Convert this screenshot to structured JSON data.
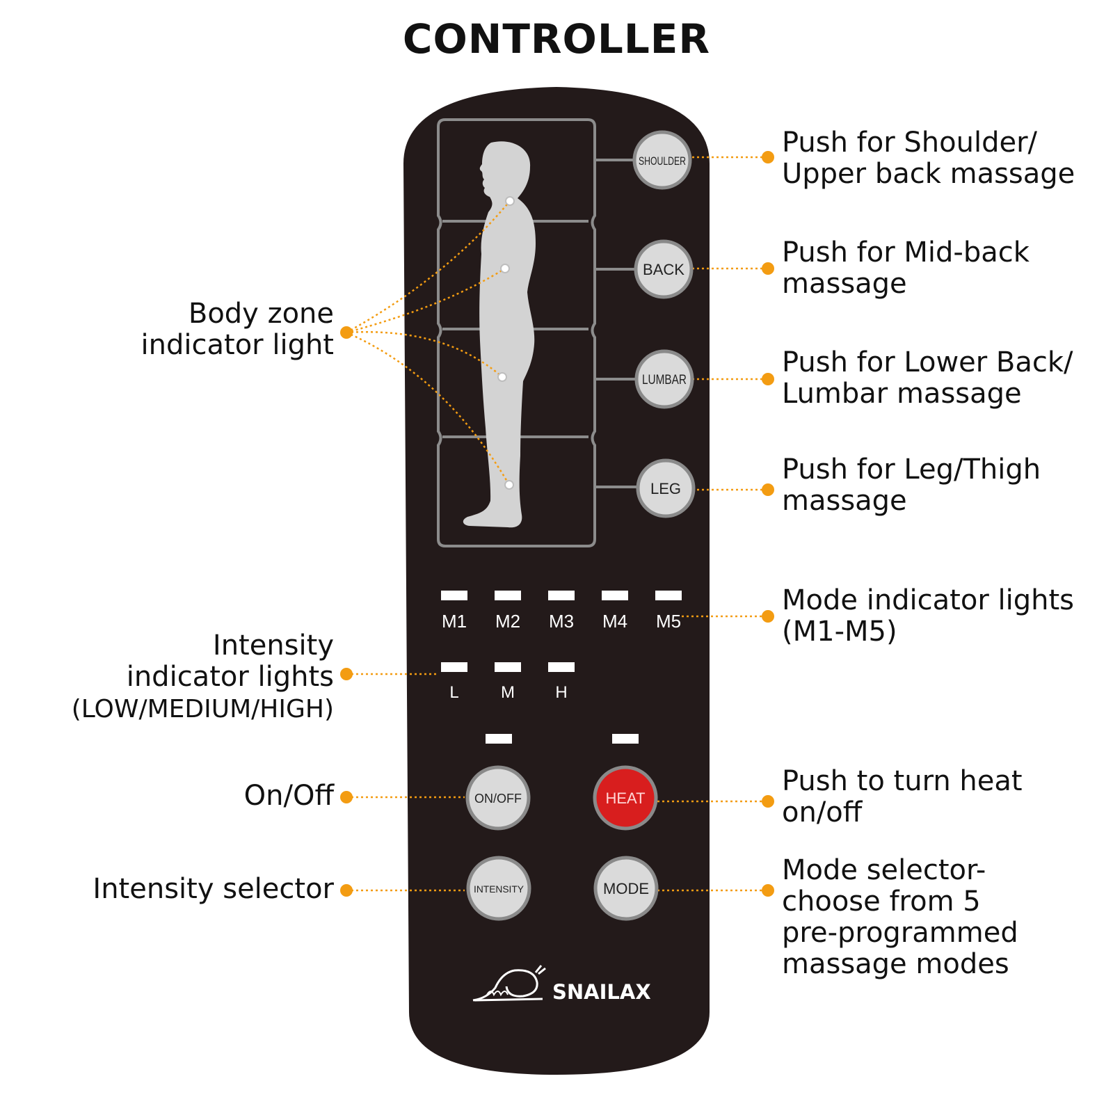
{
  "title": "CONTROLLER",
  "accent_color": "#F39C12",
  "remote_color": "#231A1A",
  "heat_color": "#D81E1E",
  "buttons": {
    "shoulder": "SHOULDER",
    "back": "BACK",
    "lumbar": "LUMBAR",
    "leg": "LEG",
    "onoff": "ON/OFF",
    "heat": "HEAT",
    "intensity": "INTENSITY",
    "mode": "MODE"
  },
  "mode_labels": [
    "M1",
    "M2",
    "M3",
    "M4",
    "M5"
  ],
  "intensity_labels": [
    "L",
    "M",
    "H"
  ],
  "brand": "SNAILAX",
  "callouts": {
    "shoulder": [
      "Push for Shoulder/",
      "Upper back massage"
    ],
    "back": [
      "Push for Mid-back",
      "massage"
    ],
    "lumbar": [
      "Push for Lower Back/",
      "Lumbar massage"
    ],
    "leg": [
      "Push for Leg/Thigh",
      "massage"
    ],
    "mode_lights": [
      "Mode indicator lights",
      "(M1-M5)"
    ],
    "heat": [
      "Push to turn heat",
      "on/off"
    ],
    "mode_selector": [
      "Mode selector-",
      "choose from 5",
      "pre-programmed",
      "massage modes"
    ],
    "body_zone": [
      "Body zone",
      "indicator light"
    ],
    "intensity_lights": [
      "Intensity",
      "indicator lights"
    ],
    "intensity_lights_sub": "(LOW/MEDIUM/HIGH)",
    "onoff": "On/Off",
    "intensity_selector": "Intensity selector"
  }
}
